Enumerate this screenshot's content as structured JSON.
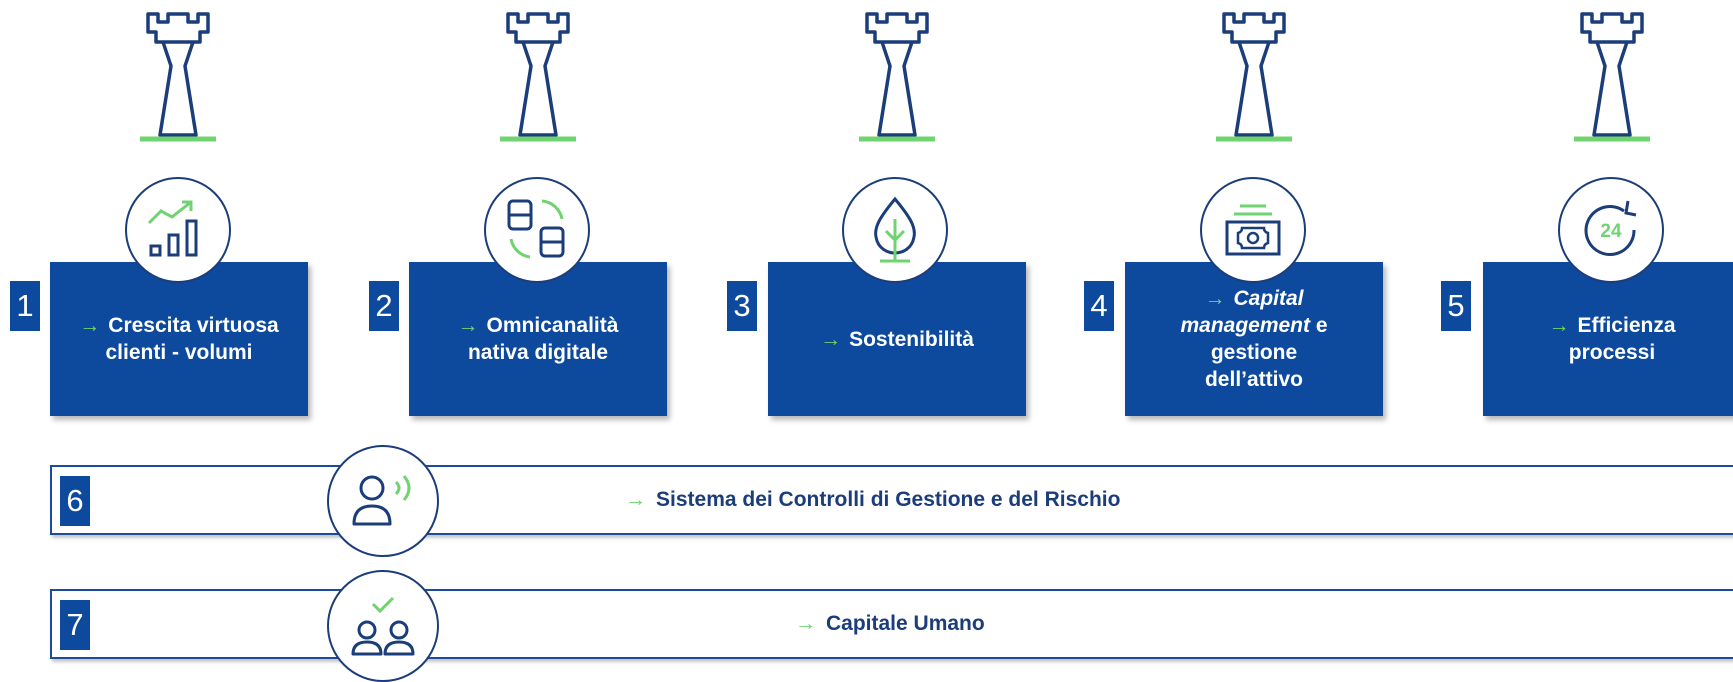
{
  "pillars": [
    {
      "number": "1",
      "icon": "growth-chart-icon",
      "lines": [
        "Crescita virtuosa",
        "clienti - volumi"
      ]
    },
    {
      "number": "2",
      "icon": "omnichannel-devices-icon",
      "lines": [
        "Omnicanalità",
        "nativa digitale"
      ]
    },
    {
      "number": "3",
      "icon": "leaf-icon",
      "lines": [
        "Sostenibilità"
      ]
    },
    {
      "number": "4",
      "icon": "banknote-icon",
      "line1": "Capital",
      "line2_italic": "management",
      "line2_rest": " e",
      "line3": "gestione",
      "line4": "dell’attivo"
    },
    {
      "number": "5",
      "icon": "refresh-24-icon",
      "lines": [
        "Efficienza",
        "processi"
      ]
    }
  ],
  "bands": [
    {
      "number": "6",
      "icon": "person-broadcast-icon",
      "label": "Sistema dei Controlli di Gestione e del Rischio"
    },
    {
      "number": "7",
      "icon": "team-check-icon",
      "label": "Capitale Umano"
    }
  ],
  "arrow_glyph": "→",
  "colors": {
    "primary": "#0d4a9e",
    "outline": "#1b3d7a",
    "accent": "#6fd46f"
  }
}
